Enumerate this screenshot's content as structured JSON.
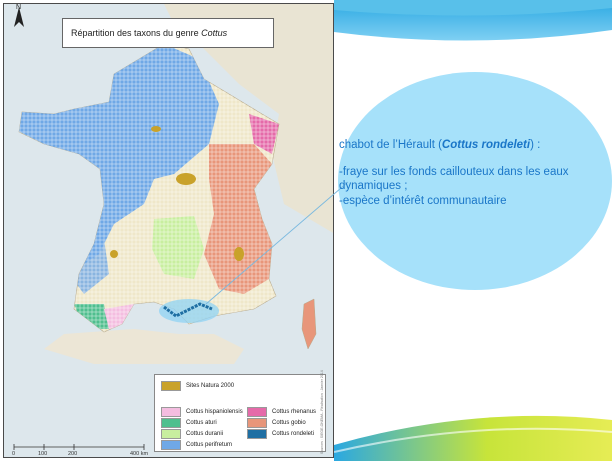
{
  "map": {
    "title_prefix": "Répartition des taxons du genre ",
    "title_genus": "Cottus",
    "north_label": "N",
    "credit": "Sources : SIEGE-ONEMA - Réalisation : Janvier 2014",
    "legend": {
      "natura": {
        "label": "Sites Natura 2000",
        "color": "#c9a22a"
      },
      "items": [
        {
          "label": "Cottus hispaniolensis",
          "color": "#f4bde0"
        },
        {
          "label": "Cottus aturi",
          "color": "#4fbf8e"
        },
        {
          "label": "Cottus duranii",
          "color": "#c8ee9f"
        },
        {
          "label": "Cottus perifretum",
          "color": "#6fa8e6"
        },
        {
          "label": "Cottus rhenanus",
          "color": "#e56aa9"
        },
        {
          "label": "Cottus gobio",
          "color": "#e8967a"
        },
        {
          "label": "Cottus rondeleti",
          "color": "#1f6fa3"
        }
      ]
    },
    "scale": {
      "t0": "0",
      "t1": "100",
      "t2": "200",
      "t3": "400 km"
    }
  },
  "info": {
    "line1_prefix": "chabot de l’Hérault (",
    "line1_species": "Cottus rondeleti",
    "line1_suffix": ") :",
    "line2": "-fraye sur les fonds caillouteux dans les eaux dynamiques ;",
    "line3": "-espèce d’intérêt communautaire"
  },
  "colors": {
    "bubble": "#a6e1fa",
    "text": "#1a76c8"
  }
}
